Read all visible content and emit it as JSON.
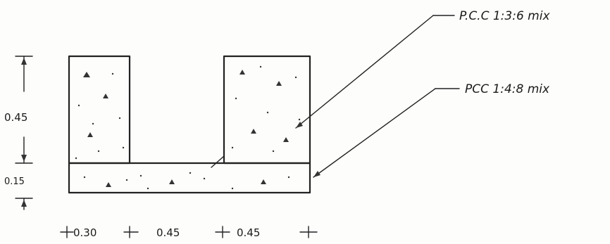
{
  "labels": {
    "top_note": "P.C.C 1:3:6 mix",
    "base_note": "PCC 1:4:8 mix",
    "dim_height_upper": "0.45",
    "dim_height_lower": "0.15",
    "dim_width_left": "0.30",
    "dim_width_middle": "0.45",
    "dim_width_right": "0.45"
  },
  "colors": {
    "ink": "#222222",
    "paper": "#fdfdfb"
  }
}
